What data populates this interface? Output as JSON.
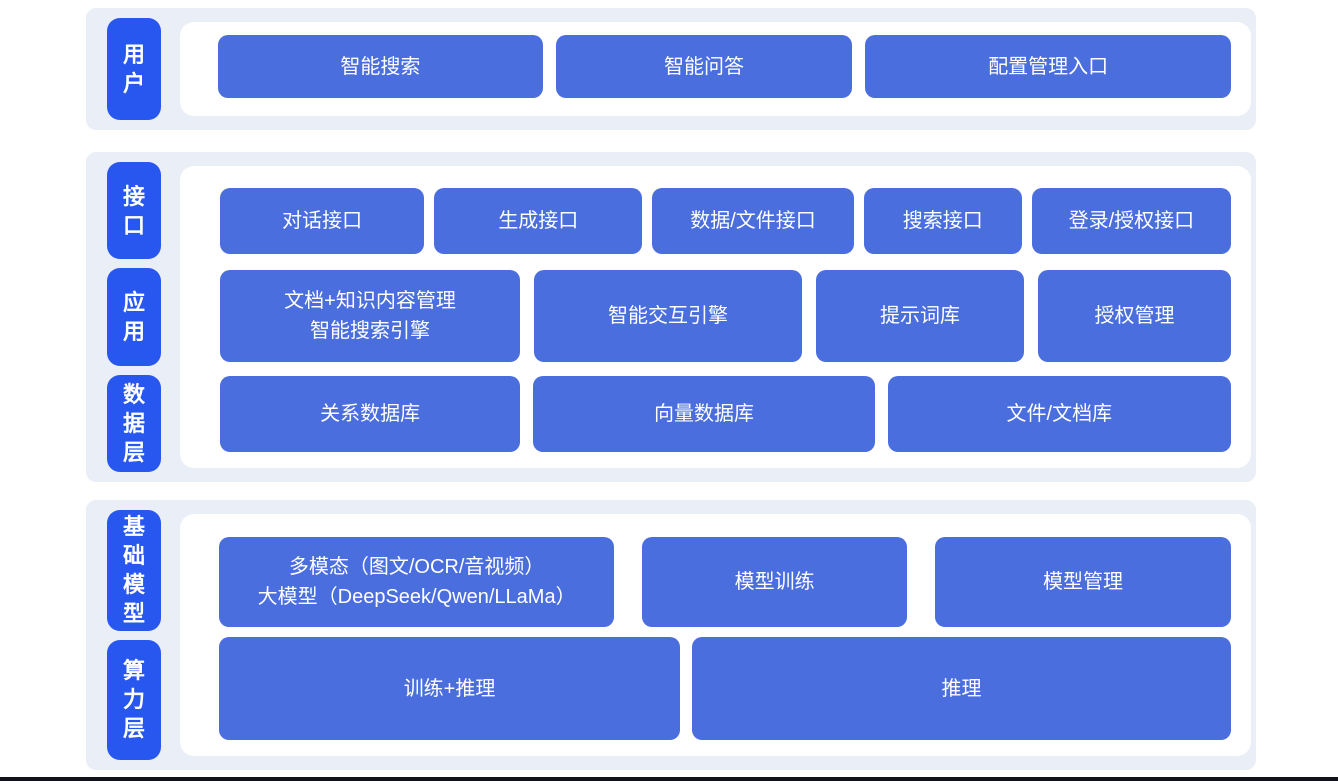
{
  "colors": {
    "box_blue": "#4a6edd",
    "label_blue": "#2857ef",
    "band_bg": "#e9eef7",
    "panel_bg": "#ffffff",
    "text_white": "#ffffff",
    "divider": "#10131c",
    "page_bg": "#ffffff"
  },
  "sections": [
    {
      "name": "user-layer",
      "labels": [
        "用户"
      ],
      "rows": [
        [
          "智能搜索",
          "智能问答",
          "配置管理入口"
        ]
      ]
    },
    {
      "name": "interface-app-data-layers",
      "labels": [
        "接口",
        "应用",
        "数据层"
      ],
      "rows": [
        [
          "对话接口",
          "生成接口",
          "数据/文件接口",
          "搜索接口",
          "登录/授权接口"
        ],
        [
          "文档+知识内容管理\n智能搜索引擎",
          "智能交互引擎",
          "提示词库",
          "授权管理"
        ],
        [
          "关系数据库",
          "向量数据库",
          "文件/文档库"
        ]
      ]
    },
    {
      "name": "model-compute-layers",
      "labels": [
        "基础模型",
        "算力层"
      ],
      "rows": [
        [
          "多模态（图文/OCR/音视频）\n大模型（DeepSeek/Qwen/LLaMa）",
          "模型训练",
          "模型管理"
        ],
        [
          "训练+推理",
          "推理"
        ]
      ]
    }
  ]
}
